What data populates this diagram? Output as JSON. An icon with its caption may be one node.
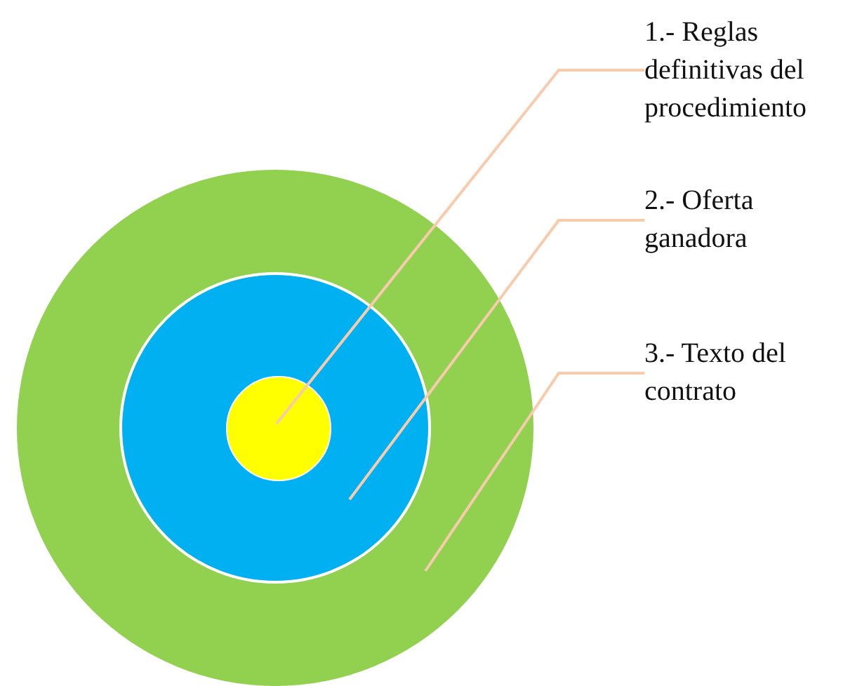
{
  "diagram": {
    "nodes": [
      {
        "text": [
          "1.- Reglas definitivas del procedimiento"
        ]
      },
      {
        "text": [
          "2.- Oferta ganadora"
        ]
      },
      {
        "text": [
          "3.- Texto del contrato"
        ]
      },
      {
        "text": [],
        "shape": "circle"
      },
      {
        "text": [],
        "shape": "circle",
        "in": 3
      },
      {
        "text": [],
        "shape": "circle",
        "in": 4
      }
    ],
    "edges": [
      {
        "from": 0,
        "to": 5,
        "arrow": "none"
      },
      {
        "from": 1,
        "to": 4,
        "arrow": "none"
      },
      {
        "from": 2,
        "to": 3,
        "arrow": "none"
      }
    ]
  }
}
